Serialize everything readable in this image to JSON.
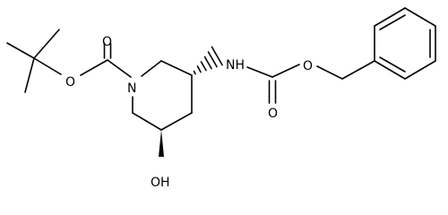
{
  "molecule": {
    "atoms": {
      "o_ester_tbu": "O",
      "o_carbonyl_boc": "O",
      "n_ring": "N",
      "n_h": "NH",
      "o_carbonyl_cbz": "O",
      "o_ester_bn": "O",
      "oh": "OH"
    },
    "colors": {
      "bond": "#000000",
      "label": "#000000",
      "background": "#ffffff"
    }
  }
}
